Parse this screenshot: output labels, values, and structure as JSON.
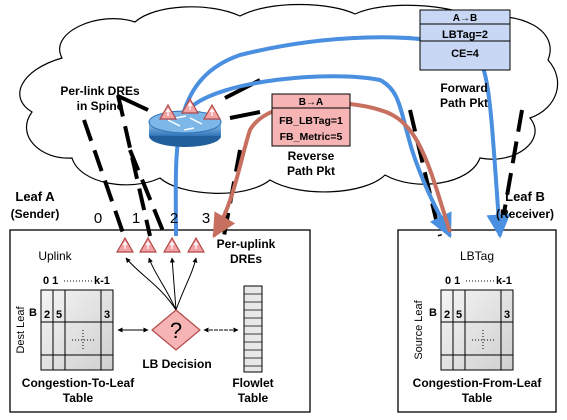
{
  "spine": {
    "label_line1": "Per-link DREs",
    "label_line2": "in Spine"
  },
  "forward_pkt": {
    "header": "A→B",
    "field1": "LBTag=2",
    "field2": "CE=4",
    "caption_line1": "Forward",
    "caption_line2": "Path Pkt"
  },
  "reverse_pkt": {
    "header": "B→A",
    "field1": "FB_LBTag=1",
    "field2": "FB_Metric=5",
    "caption_line1": "Reverse",
    "caption_line2": "Path Pkt"
  },
  "leaf_a": {
    "title": "Leaf A",
    "role": "(Sender)",
    "ports": [
      "0",
      "1",
      "2",
      "3"
    ],
    "uplink_label": "Uplink",
    "dre_label_line1": "Per-uplink",
    "dre_label_line2": "DREs",
    "table_cols_left": "0 1",
    "table_cols_right": "k-1",
    "row_axis": "Dest Leaf",
    "row_label": "B",
    "cells": [
      "2",
      "5",
      "3"
    ],
    "decision_symbol": "?",
    "decision_label": "LB Decision",
    "table1_line1": "Congestion-To-Leaf",
    "table1_line2": "Table",
    "table2_line1": "Flowlet",
    "table2_line2": "Table"
  },
  "leaf_b": {
    "title": "Leaf B",
    "role": "(Receiver)",
    "col_axis": "LBTag",
    "table_cols_left": "0 1",
    "table_cols_right": "k-1",
    "row_axis": "Source Leaf",
    "row_label": "B",
    "cells": [
      "2",
      "5",
      "3"
    ],
    "table_line1": "Congestion-From-Leaf",
    "table_line2": "Table"
  },
  "colors": {
    "forward": "#4a8fe0",
    "reverse": "#c87060",
    "dre_fill": "#f2a4a4",
    "dre_stroke": "#b04848",
    "decision_fill": "#f6b4b4"
  }
}
